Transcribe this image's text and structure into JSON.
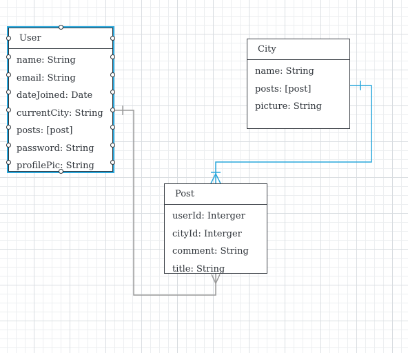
{
  "diagram": {
    "colors": {
      "entity_border": "#3a3f45",
      "selection": "#29a7dc",
      "connector_blue": "#29a7dc",
      "connector_gray": "#9a9a9a"
    },
    "entities": [
      {
        "id": "user",
        "name": "User",
        "selected": true,
        "fields": [
          "name: String",
          "email: String",
          "dateJoined: Date",
          "currentCity: String",
          "posts: [post]",
          "password: String",
          "profilePic: String"
        ]
      },
      {
        "id": "city",
        "name": "City",
        "selected": false,
        "fields": [
          "name: String",
          "posts: [post]",
          "picture: String"
        ]
      },
      {
        "id": "post",
        "name": "Post",
        "selected": false,
        "fields": [
          "userId: Interger",
          "cityId: Interger",
          "comment: String",
          "title: String"
        ]
      }
    ],
    "relationships": [
      {
        "from": "city.posts",
        "to": "post",
        "from_cardinality": "one",
        "to_cardinality": "one-or-many",
        "color": "blue"
      },
      {
        "from": "user.currentCity",
        "to": "post",
        "from_cardinality": "one",
        "to_cardinality": "many",
        "color": "gray"
      }
    ]
  }
}
